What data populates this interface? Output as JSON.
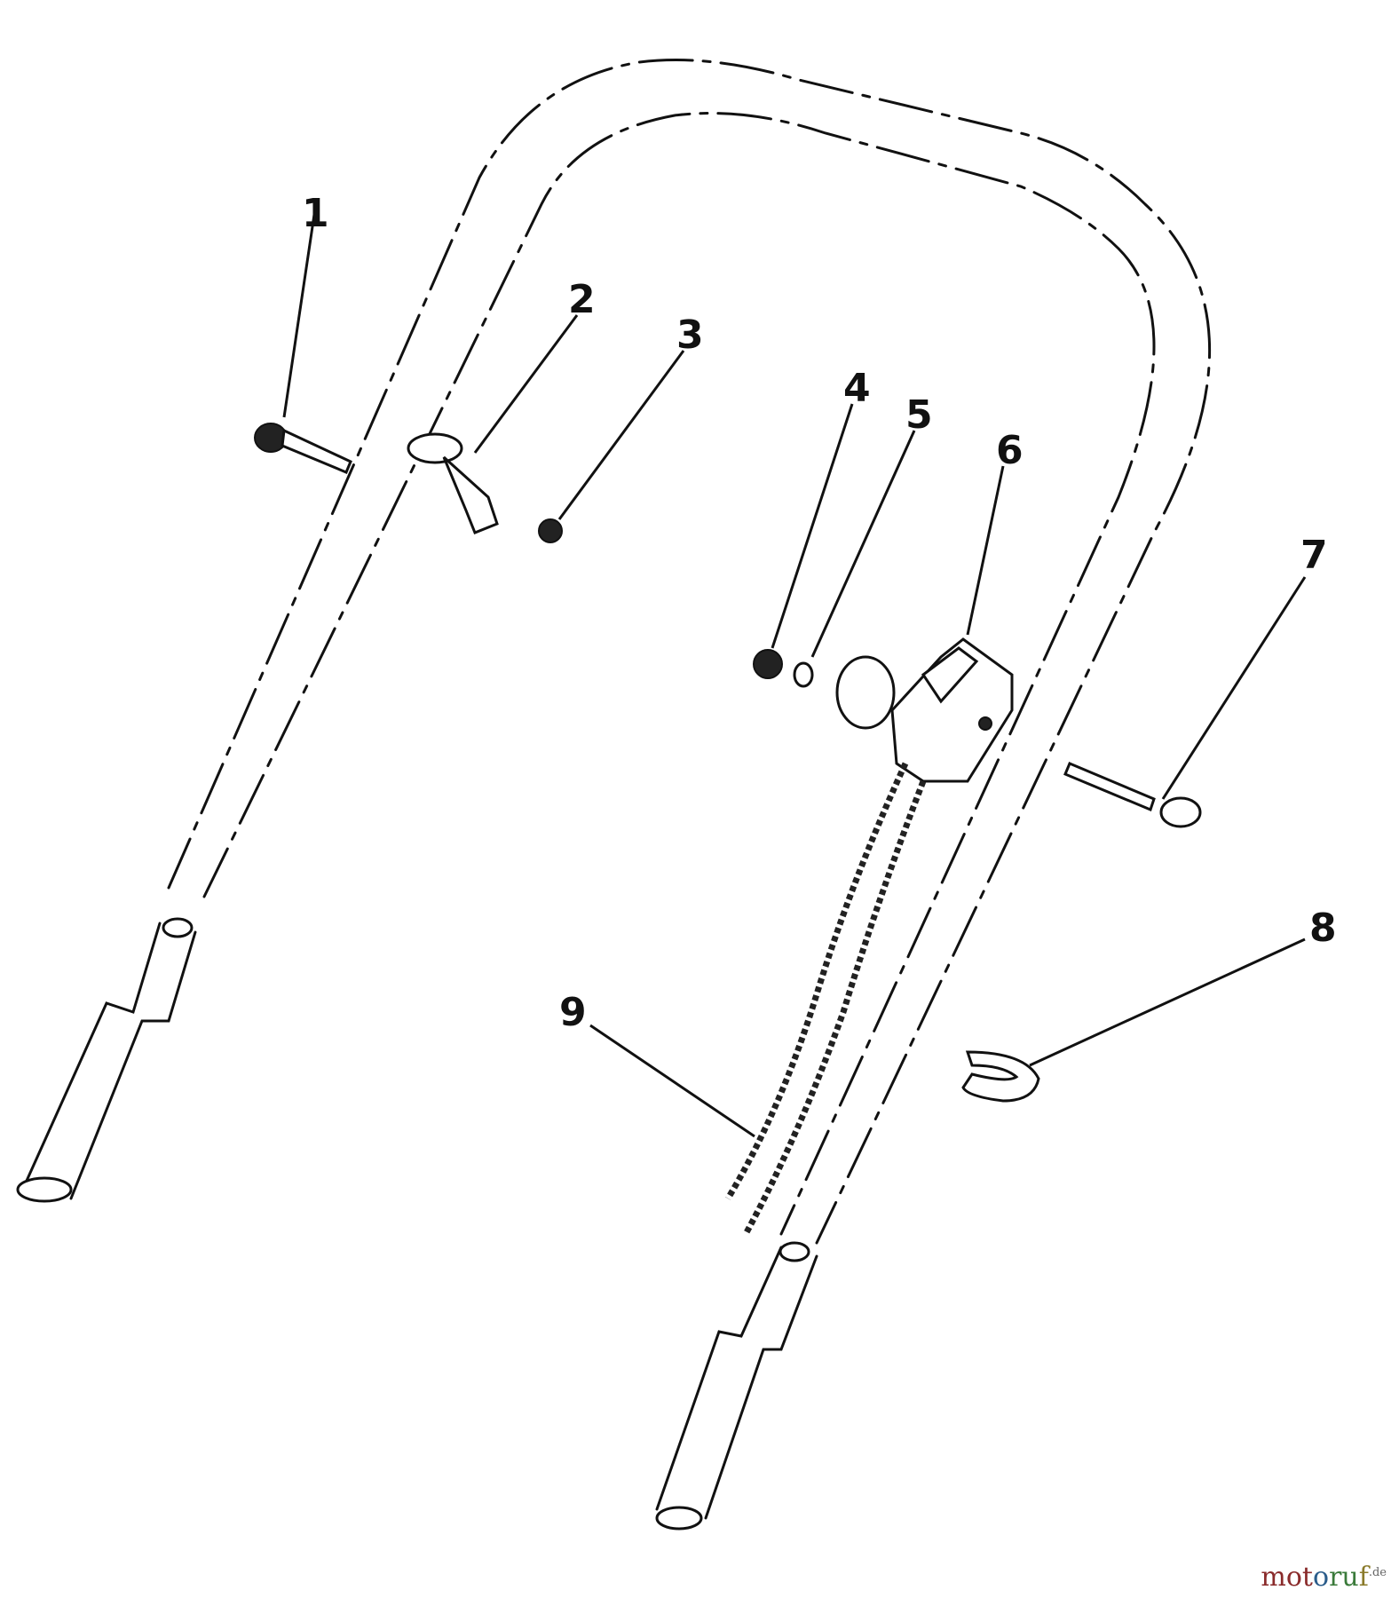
{
  "diagram": {
    "parts": [
      {
        "id": "1",
        "label": "1"
      },
      {
        "id": "2",
        "label": "2"
      },
      {
        "id": "3",
        "label": "3"
      },
      {
        "id": "4",
        "label": "4"
      },
      {
        "id": "5",
        "label": "5"
      },
      {
        "id": "6",
        "label": "6"
      },
      {
        "id": "7",
        "label": "7"
      },
      {
        "id": "8",
        "label": "8"
      },
      {
        "id": "9",
        "label": "9"
      }
    ]
  },
  "watermark": {
    "part1": "mot",
    "part2": "o",
    "part3": "ru",
    "part4": "f",
    "suffix": ".de"
  }
}
